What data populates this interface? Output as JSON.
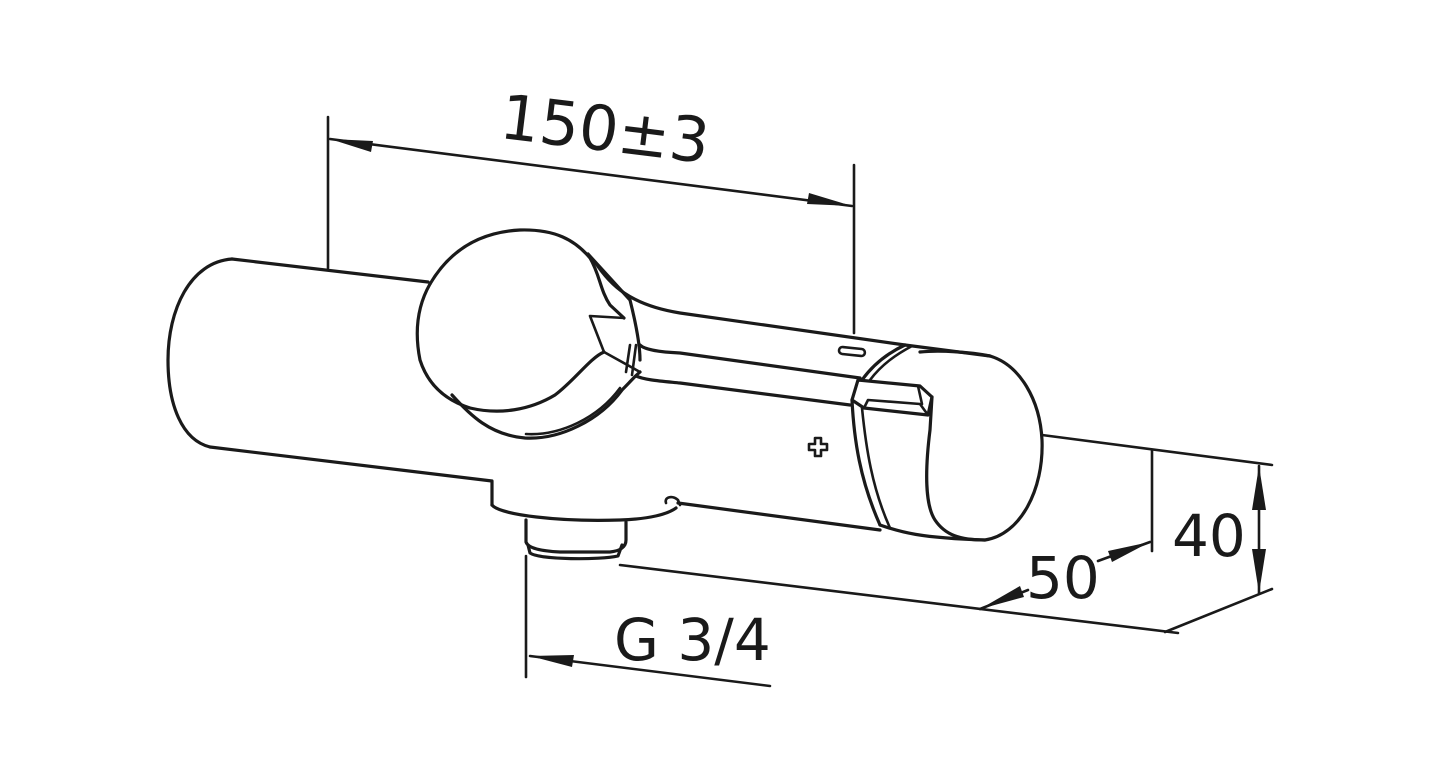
{
  "drawing": {
    "subject": "Thermostatic bath mixer, side isometric view",
    "line_color": "#1a1a1a",
    "background": "#ffffff"
  },
  "dimensions": {
    "center_distance": {
      "label": "150±3"
    },
    "depth": {
      "label": "50"
    },
    "height": {
      "label": "40"
    },
    "outlet_thread": {
      "label": "G 3/4"
    }
  },
  "markings": {
    "plus_symbol": "+",
    "minus_symbol": "−"
  }
}
